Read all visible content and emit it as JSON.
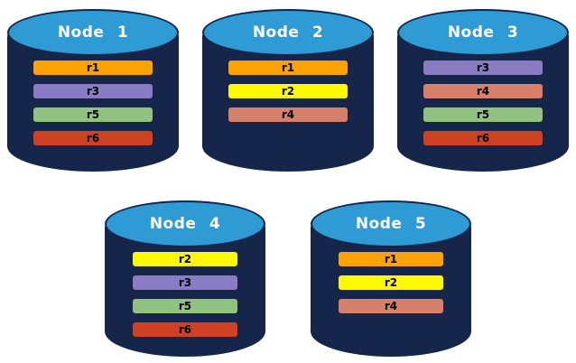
{
  "diagram": {
    "background_color": "#FFFFFF",
    "cylinder": {
      "body_color": "#16254A",
      "top_color": "#2F9BD5",
      "outline_color": "#13264C",
      "label_color": "#FFFFFF",
      "bar_border_color": "#1A2440",
      "bar_text_color": "#000000"
    },
    "replica_colors": {
      "r1": "#FCA204",
      "r2": "#FDF900",
      "r3": "#8A7CC4",
      "r4": "#D67F6B",
      "r5": "#92C27F",
      "r6": "#CE4123"
    },
    "nodes": [
      {
        "label": "Node 1",
        "replicas": [
          "r1",
          "r3",
          "r5",
          "r6"
        ]
      },
      {
        "label": "Node 2",
        "replicas": [
          "r1",
          "r2",
          "r4"
        ]
      },
      {
        "label": "Node 3",
        "replicas": [
          "r3",
          "r4",
          "r5",
          "r6"
        ]
      },
      {
        "label": "Node 4",
        "replicas": [
          "r2",
          "r3",
          "r5",
          "r6"
        ]
      },
      {
        "label": "Node 5",
        "replicas": [
          "r1",
          "r2",
          "r4"
        ]
      }
    ],
    "rows": [
      [
        0,
        1,
        2
      ],
      [
        3,
        4
      ]
    ]
  }
}
